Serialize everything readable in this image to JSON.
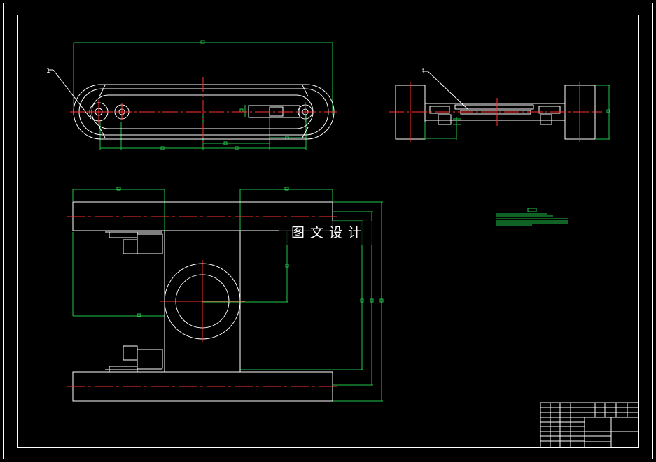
{
  "drawing": {
    "background": "#000000",
    "line_colors": {
      "outline": "#ffffff",
      "center": "#ff3030",
      "dimension": "#22c34a"
    }
  },
  "views": {
    "top_view": {
      "part_label": "1"
    },
    "side_view": {
      "part_label": "1"
    }
  },
  "watermark": {
    "text": "图文设计"
  }
}
